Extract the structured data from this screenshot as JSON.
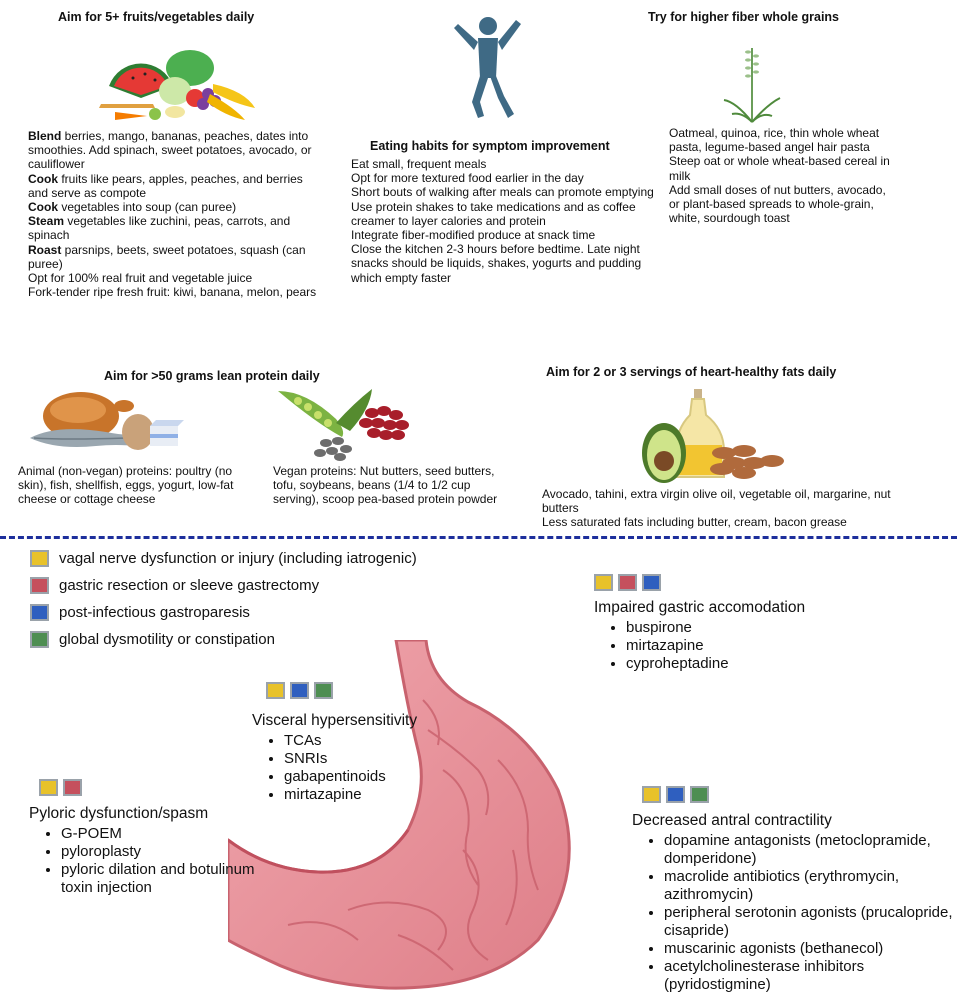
{
  "top": {
    "fruits": {
      "heading": "Aim for 5+ fruits/vegetables daily",
      "items": [
        {
          "bold": "Blend",
          "text": " berries, mango, bananas, peaches, dates into smoothies. Add spinach, sweet potatoes, avocado, or cauliflower"
        },
        {
          "bold": "Cook",
          "text": " fruits like pears, apples, peaches, and berries and serve as compote"
        },
        {
          "bold": "Cook",
          "text": " vegetables into soup (can puree)"
        },
        {
          "bold": "Steam",
          "text": " vegetables like zuchini, peas, carrots, and spinach"
        },
        {
          "bold": "Roast",
          "text": " parsnips, beets, sweet potatoes, squash (can puree)"
        },
        {
          "bold": "",
          "text": "Opt for 100% real fruit and vegetable juice"
        },
        {
          "bold": "",
          "text": "Fork-tender ripe fresh fruit: kiwi, banana, melon, pears"
        }
      ]
    },
    "habits": {
      "heading": "Eating habits for symptom improvement",
      "items": [
        "Eat small, frequent meals",
        "Opt for more textured food earlier in the day",
        "Short bouts of walking after meals can promote emptying",
        "Use protein shakes to take medications and as coffee creamer to layer calories and protein",
        "Integrate fiber-modified produce at snack time",
        "Close the kitchen 2-3 hours before bedtime. Late night snacks should be liquids, shakes, yogurts and pudding which empty faster"
      ]
    },
    "grains": {
      "heading": "Try for higher fiber whole grains",
      "items": [
        "Oatmeal, quinoa, rice, thin whole wheat pasta, legume-based angel hair pasta",
        "Steep oat or whole wheat-based cereal in milk",
        "Add small doses of nut butters, avocado, or plant-based spreads to whole-grain, white, sourdough toast"
      ]
    },
    "protein": {
      "heading": "Aim for >50 grams lean protein daily",
      "animal": "Animal (non-vegan) proteins: poultry (no skin), fish, shellfish, eggs, yogurt, low-fat cheese or cottage cheese",
      "vegan": "Vegan proteins: Nut butters, seed butters, tofu, soybeans, beans (1/4 to 1/2 cup serving), scoop pea-based protein powder"
    },
    "fats": {
      "heading": "Aim for 2 or 3 servings of heart-healthy fats daily",
      "items": [
        "Avocado, tahini, extra virgin olive oil, vegetable oil, margarine, nut butters",
        "Less saturated fats including butter, cream, bacon grease"
      ]
    }
  },
  "legend": [
    {
      "color": "yellow",
      "label": "vagal nerve dysfunction or injury (including iatrogenic)"
    },
    {
      "color": "red",
      "label": "gastric resection or sleeve gastrectomy"
    },
    {
      "color": "blue",
      "label": "post-infectious gastroparesis"
    },
    {
      "color": "green",
      "label": "global dysmotility or constipation"
    }
  ],
  "annotations": {
    "accommodation": {
      "title": "Impaired gastric accomodation",
      "items": [
        "buspirone",
        "mirtazapine",
        "cyproheptadine"
      ]
    },
    "visceral": {
      "title": "Visceral hypersensitivity",
      "items": [
        "TCAs",
        "SNRIs",
        "gabapentinoids",
        "mirtazapine"
      ]
    },
    "pyloric": {
      "title": "Pyloric dysfunction/spasm",
      "items": [
        "G-POEM",
        "pyloroplasty",
        "pyloric dilation and botulinum toxin injection"
      ]
    },
    "antral": {
      "title": "Decreased antral contractility",
      "items": [
        "dopamine antagonists (metoclopramide, domperidone)",
        "macrolide antibiotics (erythromycin, azithromycin)",
        "peripheral serotonin agonists (prucalopride, cisapride)",
        "muscarinic agonists (bethanecol)",
        "acetylcholinesterase inhibitors (pyridostigmine)"
      ]
    }
  },
  "colors": {
    "yellow": "#e8c22a",
    "red": "#c5505d",
    "blue": "#2f5fbf",
    "green": "#4e8e52",
    "divider": "#1d2f9c",
    "stomach": "#e58f98",
    "figure": "#3f6a85"
  },
  "icons": [
    "fruits-vegetables-icon",
    "person-walking-icon",
    "wheat-plant-icon",
    "poultry-fish-egg-icon",
    "peas-seeds-beans-icon",
    "avocado-oil-almonds-icon",
    "stomach-illustration"
  ]
}
